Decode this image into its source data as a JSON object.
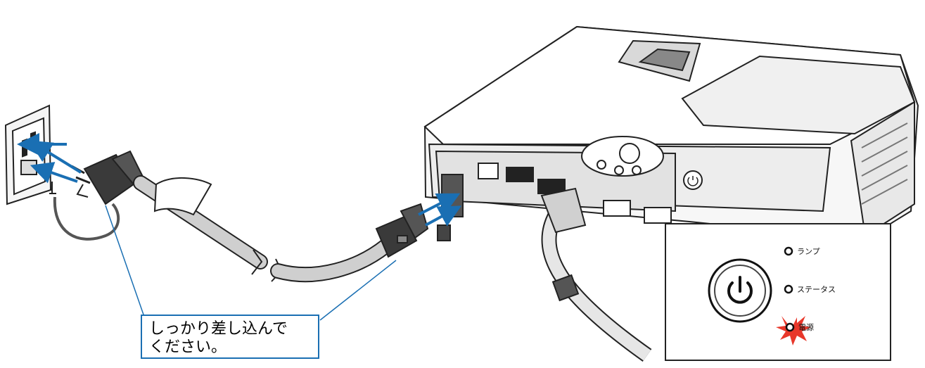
{
  "callout": {
    "line1": "しっかり差し込んで",
    "line2": "ください。"
  },
  "indicator_panel": {
    "lamp_label": "ランプ",
    "status_label": "ステータス",
    "power_label": "電源",
    "power_led_color": "#e8372a"
  },
  "colors": {
    "arrow": "#1a6fb3",
    "callout_border": "#1a6fb3",
    "line": "#222222"
  }
}
